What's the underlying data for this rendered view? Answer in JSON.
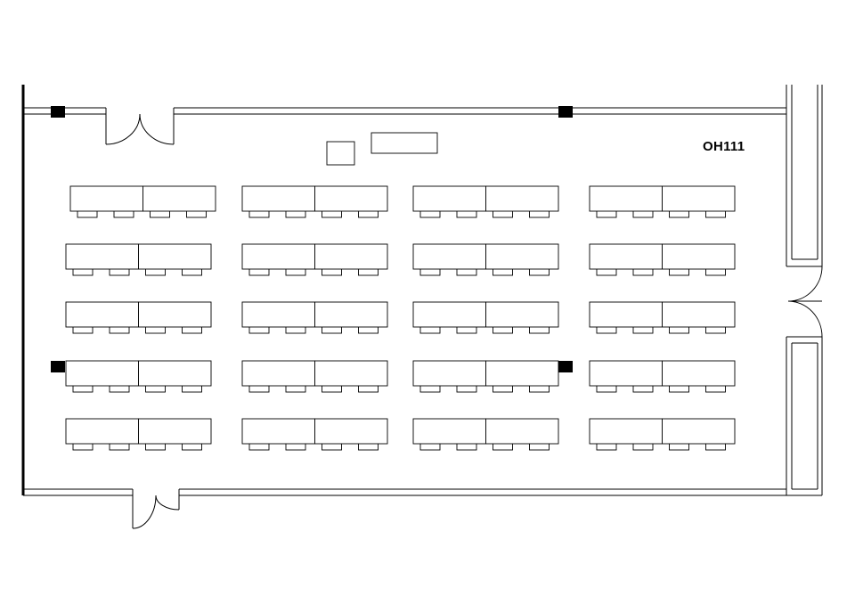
{
  "room": {
    "label": "OH111",
    "layout": "classroom",
    "table_rows": 5,
    "table_groups_per_row": 4,
    "tables_per_group": 2,
    "chairs_per_table": 2
  }
}
